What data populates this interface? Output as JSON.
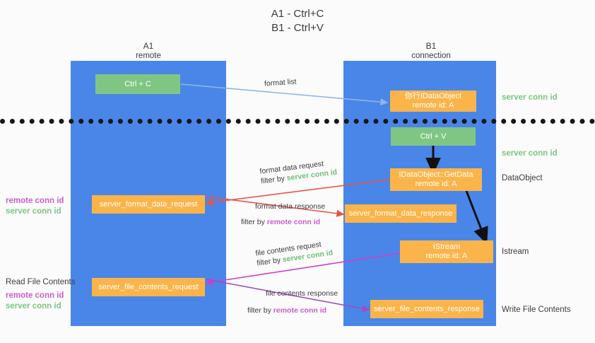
{
  "title": {
    "line1": "A1 - Ctrl+C",
    "line2": "B1 - Ctrl+V"
  },
  "columns": [
    {
      "name": "A1",
      "sub": "remote"
    },
    {
      "name": "B1",
      "sub": "connection"
    }
  ],
  "nodes": {
    "ctrl_c": {
      "label": "Ctrl + C"
    },
    "ctrl_v": {
      "label": "Ctrl + V"
    },
    "idataobject": {
      "line1": "你行IDataObject",
      "line2": "remote id: A"
    },
    "getdata": {
      "line1": "IDataObject::GetData",
      "line2": "remote id: A"
    },
    "istream": {
      "line1": "IStream",
      "line2": "remote id: A"
    },
    "server_format_data_request": {
      "label": "server_format_data_request"
    },
    "server_format_data_response": {
      "label": "server_format_data_response"
    },
    "server_file_contents_request": {
      "label": "server_file_contents_request"
    },
    "server_file_contents_response": {
      "label": "server_file_contents_response"
    }
  },
  "right_labels": {
    "server_conn_id_top": "server conn id",
    "server_conn_id_mid": "server conn id",
    "dataobject": "DataObject",
    "istream": "Istream",
    "write_file_contents": "Write File Contents"
  },
  "left_labels": {
    "conn_pair_top": {
      "remote": "remote conn id",
      "server": "server conn id"
    },
    "read_file_contents": "Read File Contents",
    "conn_pair_bottom": {
      "remote": "remote conn id",
      "server": "server conn id"
    }
  },
  "edges": {
    "format_list": {
      "text": "format list"
    },
    "format_data_request": {
      "line1": "format data request",
      "filter_prefix": "filter by ",
      "filter_value": "server conn id"
    },
    "format_data_response": {
      "line1": "format data response",
      "filter_prefix": "filter by ",
      "filter_value": "remote conn id"
    },
    "file_contents_request": {
      "line1": "file contents request",
      "filter_prefix": "filter by ",
      "filter_value": "server conn id"
    },
    "file_contents_response": {
      "line1": "file contents response",
      "filter_prefix": "filter by ",
      "filter_value": "remote conn id"
    }
  },
  "colors": {
    "lane": "#4a86e8",
    "green_node": "#7fc684",
    "orange_node": "#fbb449",
    "server_conn": "#7cc47f",
    "remote_conn": "#cc5ccc",
    "arrow_blue": "#8ab6e8",
    "arrow_red": "#e8544a",
    "arrow_magenta": "#cc3fcc",
    "arrow_purple": "#9a4fc4",
    "arrow_black": "#111111",
    "divider": "#15161a"
  }
}
